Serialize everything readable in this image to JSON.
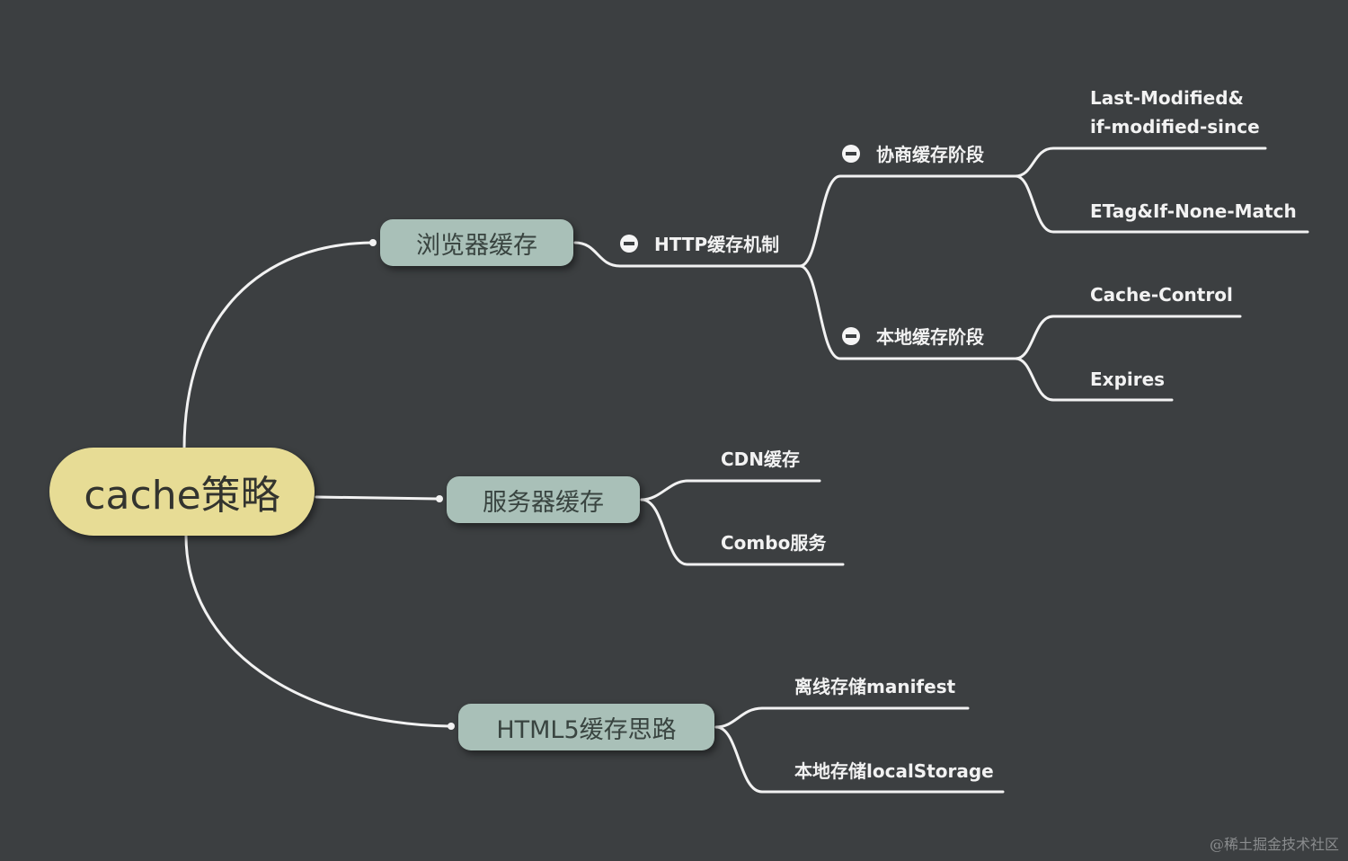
{
  "root": {
    "label": "cache策略"
  },
  "branches": [
    {
      "label": "浏览器缓存"
    },
    {
      "label": "服务器缓存"
    },
    {
      "label": "HTML5缓存思路"
    }
  ],
  "browser": {
    "http": "HTTP缓存机制",
    "negotiate": "协商缓存阶段",
    "local": "本地缓存阶段",
    "last_modified_1": "Last-Modified&",
    "last_modified_2": "if-modified-since",
    "etag": "ETag&If-None-Match",
    "cache_control": "Cache-Control",
    "expires": "Expires"
  },
  "server": {
    "cdn": "CDN缓存",
    "combo": "Combo服务"
  },
  "html5": {
    "manifest": "离线存储manifest",
    "localstorage": "本地存储localStorage"
  },
  "watermark": "@稀土掘金技术社区",
  "colors": {
    "background": "#3c3f41",
    "root_fill": "#e7dc95",
    "branch_fill": "#a9c0b8",
    "line": "#f2f2f2"
  }
}
